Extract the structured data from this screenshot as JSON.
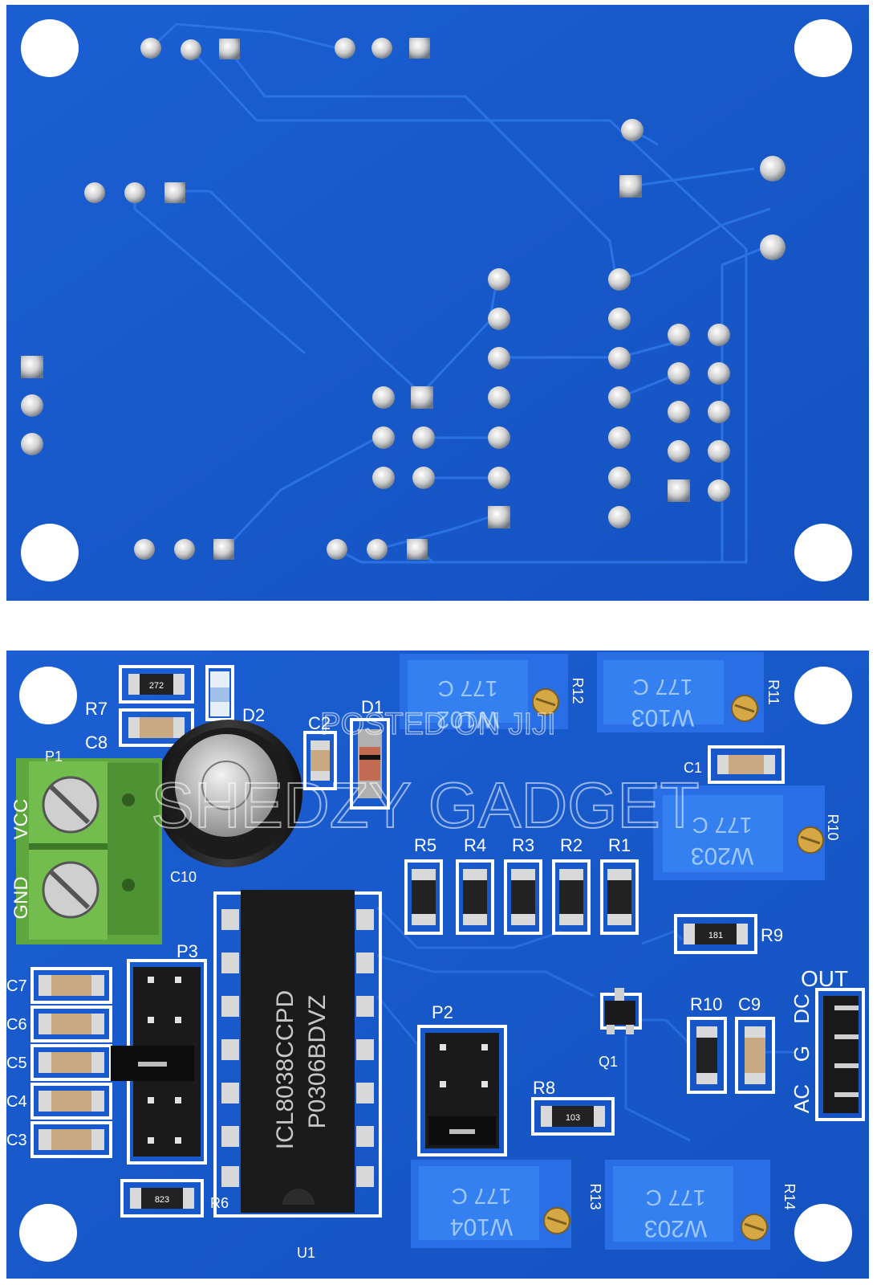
{
  "watermark": {
    "line1": "POSTED ON JIJI",
    "line2": "SHEDZY GADGET"
  },
  "colors": {
    "pcb_blue": "#1f66d6",
    "pcb_dark": "#1450b8",
    "pad_silver": "#d6d6d6",
    "terminal_green": "#6fb34a",
    "pot_blue": "#2a6ee6",
    "ic_black": "#1b1b1b"
  },
  "front_labels": {
    "r7": "R7",
    "c8": "C8",
    "d2": "D2",
    "c2": "C2",
    "d1": "D1",
    "p1": "P1",
    "vcc": "VCC",
    "gnd": "GND",
    "c10": "C10",
    "r5": "R5",
    "r4": "R4",
    "r3": "R3",
    "r2": "R2",
    "r1": "R1",
    "r12": "R12",
    "r11": "R11",
    "r10_label": "R10",
    "c1": "C1",
    "c9": "C9",
    "r9": "R9",
    "p3": "P3",
    "p2": "P2",
    "r8": "R8",
    "r6": "R6",
    "u1": "U1",
    "q1": "Q1",
    "r13": "R13",
    "r14": "R14",
    "out": "OUT",
    "c7": "C7",
    "c6": "C6",
    "c5": "C5",
    "c4": "C4",
    "c3": "C3",
    "dc": "DC",
    "g": "G",
    "ac": "AC",
    "smd_272": "272",
    "smd_823": "823",
    "smd_103": "103",
    "smd_181": "181"
  },
  "chip": {
    "line1": "ICL8038CCPD",
    "line2": "P0306BDVZ"
  },
  "pots": {
    "p_r12": {
      "code": "177 C",
      "value": "W102"
    },
    "p_r11": {
      "code": "177 C",
      "value": "W103"
    },
    "p_r10": {
      "code": "177 C",
      "value": "W203"
    },
    "p_r13": {
      "code": "177 C",
      "value": "W104"
    },
    "p_r14": {
      "code": "177 C",
      "value": "W203"
    }
  }
}
